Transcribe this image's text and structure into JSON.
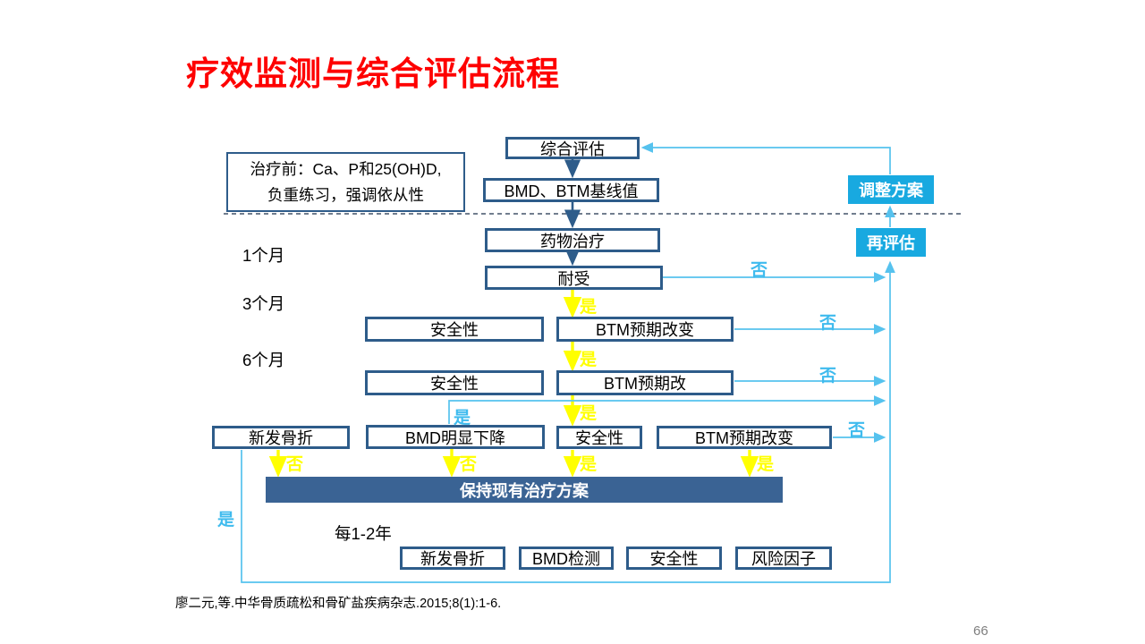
{
  "slide": {
    "title": "疗效监测与综合评估流程",
    "page_number": "66",
    "citation": "廖二元,等.中华骨质疏松和骨矿盐疾病杂志.2015;8(1):1-6."
  },
  "labels": {
    "yes": "是",
    "no": "否"
  },
  "timeline": {
    "month1": "1个月",
    "month3": "3个月",
    "month6": "6个月",
    "annual": "每1-2年"
  },
  "pre_treatment": {
    "line1": "治疗前：Ca、P和25(OH)D,",
    "line2": "负重练习，强调依从性"
  },
  "nodes": {
    "comprehensive_eval": "综合评估",
    "baseline": "BMD、BTM基线值",
    "adjust_plan": "调整方案",
    "re_eval": "再评估",
    "drug_treatment": "药物治疗",
    "tolerate": "耐受",
    "safety_3m": "安全性",
    "btm_change_3m": "BTM预期改变",
    "safety_6m": "安全性",
    "btm_change_6m": "BTM预期改",
    "new_fracture": "新发骨折",
    "bmd_decline": "BMD明显下降",
    "safety_fx": "安全性",
    "btm_change_fx": "BTM预期改变",
    "keep_plan": "保持现有治疗方案",
    "annual_fracture": "新发骨折",
    "bmd_test": "BMD检测",
    "annual_safety": "安全性",
    "risk_factor": "风险因子"
  },
  "colors": {
    "title": "#FE0000",
    "box_border": "#2E5C8A",
    "bar_fill": "#3A6394",
    "cyan_fill": "#18A9E0",
    "connector_blue": "#56C2EE",
    "connector_yellow": "#FFFF00",
    "dashed_line": "#44546A",
    "page_number_gray": "#7F7F7F"
  }
}
